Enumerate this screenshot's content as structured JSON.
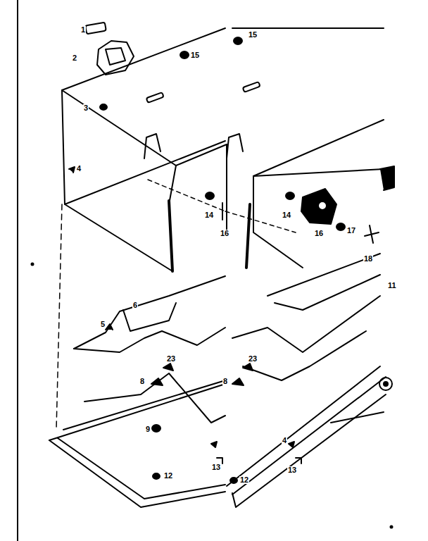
{
  "diagram": {
    "labels": [
      "1",
      "2",
      "15",
      "15",
      "3",
      "4",
      "14",
      "16",
      "14",
      "16",
      "17",
      "18",
      "11",
      "5",
      "6",
      "23",
      "23",
      "8",
      "8",
      "9",
      "4",
      "13",
      "13",
      "12",
      "12"
    ]
  }
}
